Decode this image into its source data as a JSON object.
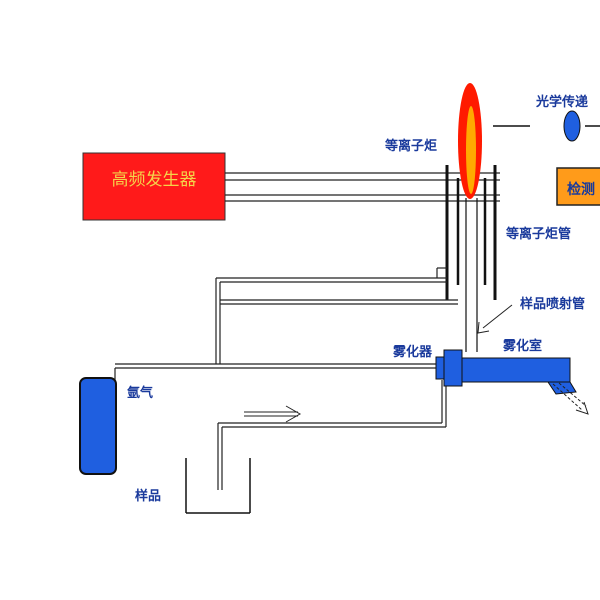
{
  "labels": {
    "rf_generator": "高频发生器",
    "plasma_torch": "等离子炬",
    "plasma_torch_tube": "等离子炬管",
    "optical_transfer": "光学传递",
    "detector": "检测",
    "sample_injector": "样品喷射管",
    "nebulizer": "雾化器",
    "spray_chamber": "雾化室",
    "argon": "氩气",
    "sample": "样品"
  },
  "colors": {
    "rf_box": "#ff1a1a",
    "rf_text": "#f5d24a",
    "label_text": "#1a3a9c",
    "chamber": "#1f5fe0",
    "flame_outer": "#ff1a00",
    "flame_inner": "#ffaa00",
    "lens": "#1f5fe0",
    "detector_box": "#ff9b1a"
  }
}
